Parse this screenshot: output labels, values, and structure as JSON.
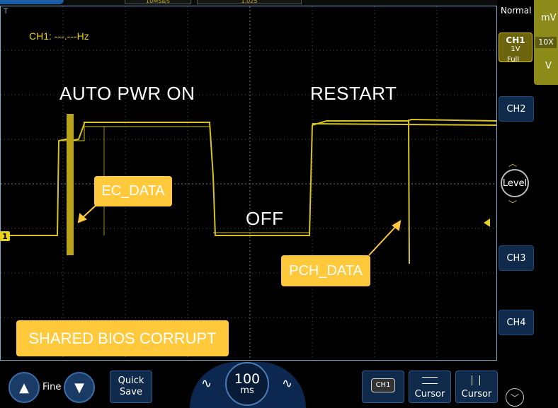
{
  "header": {
    "sample_rate": "10MSa/s",
    "record": "1.025"
  },
  "channel_status": {
    "frequency": "CH1: ---.---Hz"
  },
  "annotations": {
    "auto_pwr_on": "AUTO PWR ON",
    "restart": "RESTART",
    "off": "OFF",
    "ec_data": "EC_DATA",
    "pch_data": "PCH_DATA",
    "shared_bios": "SHARED BIOS CORRUPT"
  },
  "markers": {
    "ch1_marker": "1",
    "trigger_marker": "T"
  },
  "right_panel": {
    "mode": "Normal",
    "ch1_label": "CH1",
    "ch1_scale": "1V",
    "ch1_bw": "Full",
    "ch2_label": "CH2",
    "level_label": "Level",
    "ch3_label": "CH3",
    "ch4_label": "CH4",
    "unit_mv": "mV",
    "probe_10x": "10X",
    "unit_v": "V"
  },
  "bottom_bar": {
    "fine_label": "Fine",
    "quick_save": "Quick Save",
    "timebase_value": "100",
    "timebase_unit": "ms",
    "ch1_chip": "CH1",
    "cursor1": "Cursor",
    "cursor2": "Cursor"
  },
  "colors": {
    "trace": "#d8c31f",
    "annotation_bg": "#ffc93b",
    "button_blue": "#0f2a4a"
  }
}
